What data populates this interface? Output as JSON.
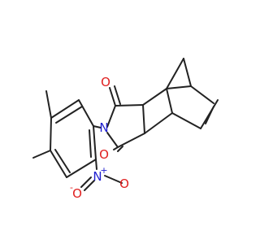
{
  "molecule": {
    "colors": {
      "bond": "#222222",
      "nitrogen": "#1f1fd0",
      "oxygen": "#e02020"
    },
    "atoms": {
      "imide_nitrogen": "N",
      "imide_oxygen_top": "O",
      "imide_oxygen_bottom": "O",
      "nitro_nitrogen": "N",
      "nitro_nitrogen_charge": "+",
      "nitro_oxygen_right": "O",
      "nitro_oxygen_left": "O",
      "nitro_oxygen_left_charge": "-"
    }
  }
}
